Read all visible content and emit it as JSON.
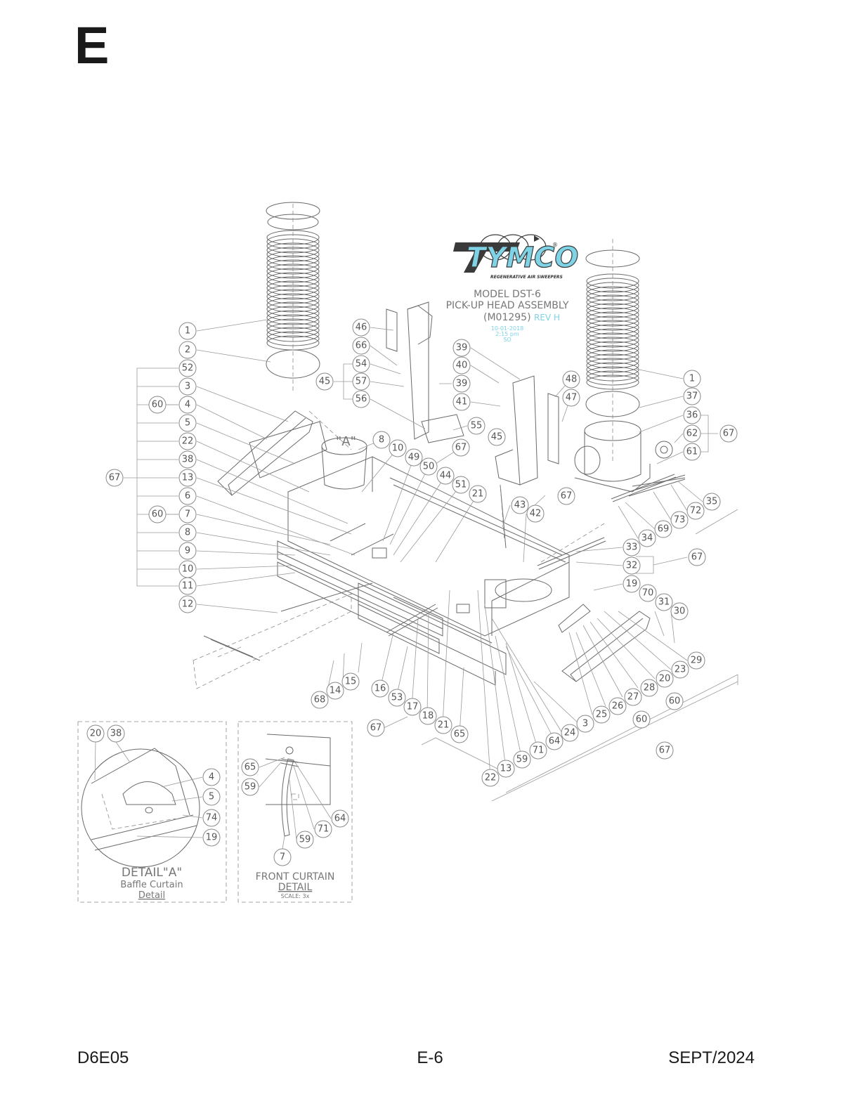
{
  "section_letter": "E",
  "logo": {
    "brand": "TYMCO",
    "registered": "®",
    "tagline": "REGENERATIVE AIR SWEEPERS",
    "brand_color": "#7fd3e6"
  },
  "title": {
    "line1": "MODEL DST-6",
    "line2": "PICK-UP HEAD ASSEMBLY",
    "part_number": "(M01295)",
    "revision": "REV H",
    "stamp_date": "10-01-2018",
    "stamp_time": "2:15 pm",
    "stamp_initials": "SO",
    "stamp_color": "#7fd3e6"
  },
  "callouts": [
    "1",
    "2",
    "52",
    "3",
    "60",
    "4",
    "5",
    "22",
    "38",
    "67",
    "13",
    "6",
    "60",
    "7",
    "8",
    "9",
    "10",
    "11",
    "12",
    "46",
    "66",
    "54",
    "45",
    "57",
    "56",
    "39",
    "40",
    "39",
    "41",
    "55",
    "45",
    "8",
    "10",
    "67",
    "49",
    "50",
    "44",
    "51",
    "21",
    "43",
    "42",
    "67",
    "48",
    "47",
    "1",
    "37",
    "36",
    "62",
    "67",
    "61",
    "35",
    "72",
    "73",
    "69",
    "34",
    "33",
    "67",
    "32",
    "19",
    "70",
    "31",
    "30",
    "29",
    "23",
    "20",
    "28",
    "27",
    "60",
    "26",
    "60",
    "25",
    "3",
    "24",
    "67",
    "64",
    "71",
    "59",
    "13",
    "22",
    "68",
    "14",
    "15",
    "16",
    "53",
    "17",
    "18",
    "21",
    "65",
    "67"
  ],
  "detail_a": {
    "callouts": [
      "20",
      "38",
      "4",
      "5",
      "74",
      "19"
    ],
    "title": "DETAIL\"A\"",
    "subtitle1": "Baffle Curtain",
    "subtitle2": "Detail"
  },
  "front_curtain": {
    "callouts": [
      "65",
      "59",
      "64",
      "71",
      "59",
      "7"
    ],
    "title": "FRONT CURTAIN",
    "subtitle": "DETAIL",
    "scale": "SCALE: 3x"
  },
  "view_label": "\"A\"",
  "footer": {
    "left": "D6E05",
    "center": "E-6",
    "right": "SEPT/2024"
  }
}
